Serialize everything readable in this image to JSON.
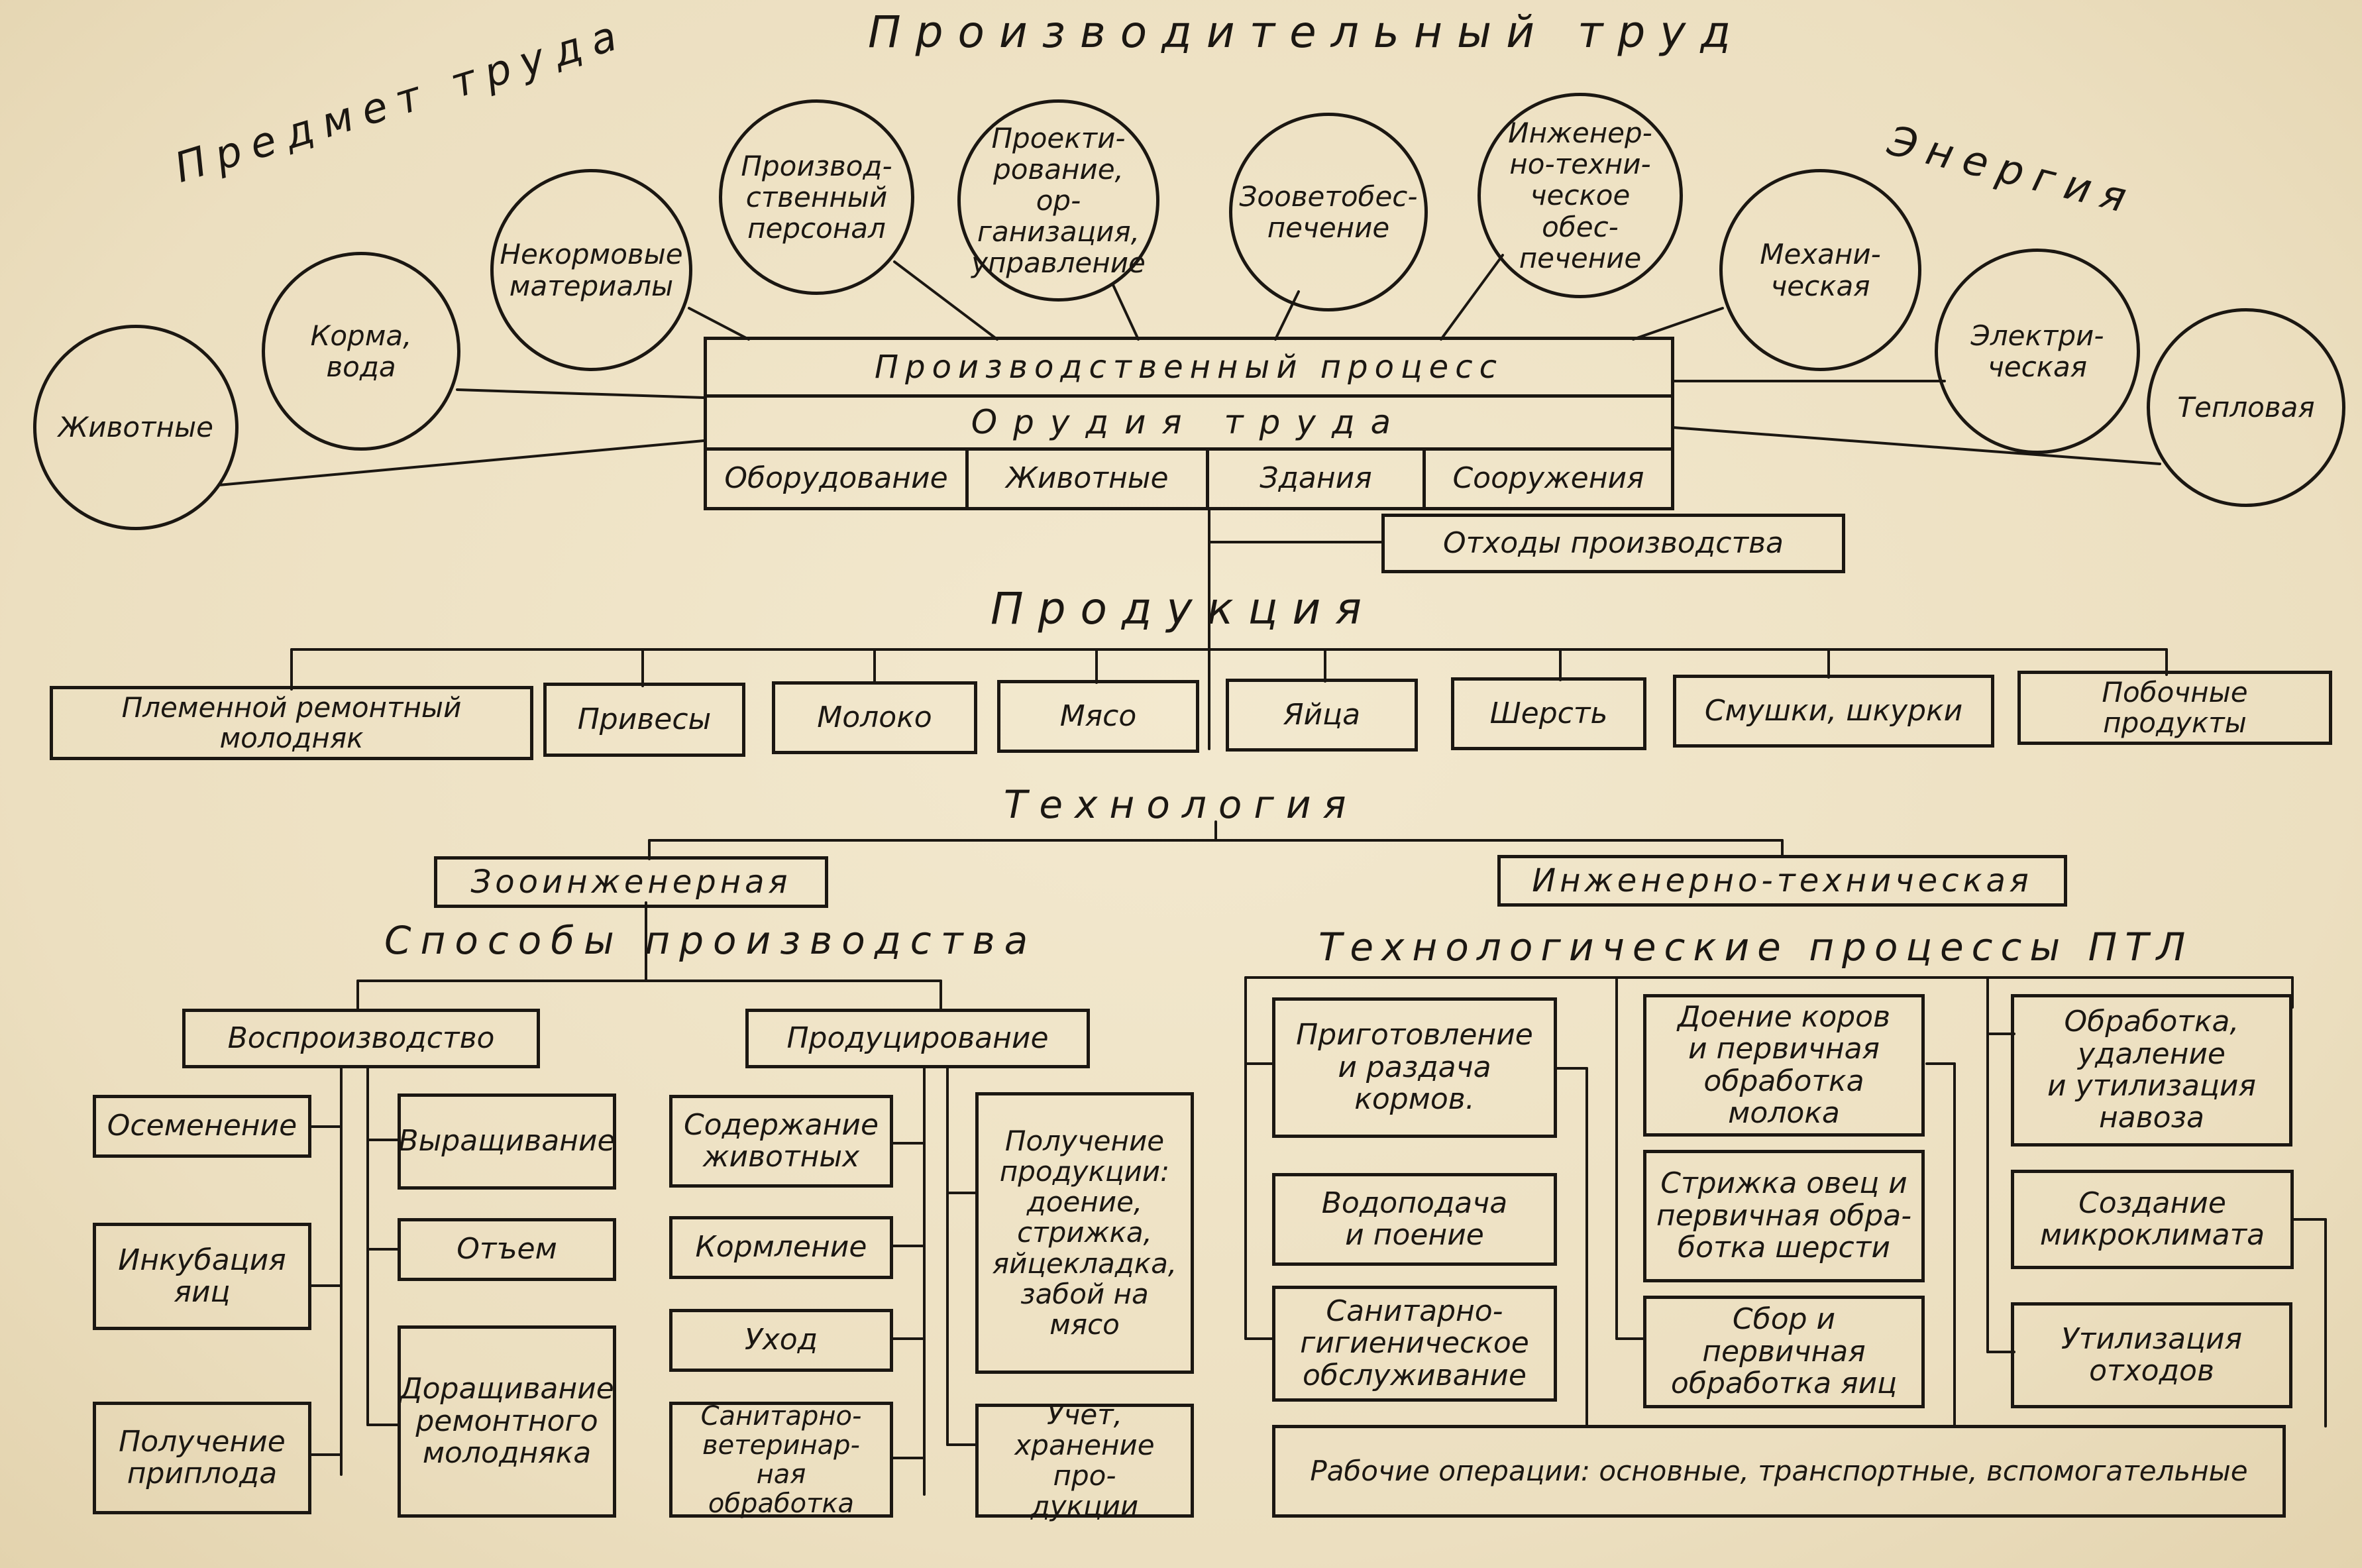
{
  "headings": {
    "productive_labor": "Производительный труд",
    "object_of_labor": "Предмет труда",
    "energy": "Энергия",
    "production": "Продукция",
    "technology": "Технология",
    "production_methods": "Способы производства",
    "ptl_processes": "Технологические процессы ПТЛ"
  },
  "circles": {
    "animals": "Животные",
    "feed_water": "Корма,\nвода",
    "nonfeed_materials": "Некормовые\nматериалы",
    "production_staff": "Производ-\nственный\nперсонал",
    "design_management": "Проекти-\nрование, ор-\nганизация,\nуправление",
    "vet_support": "Зооветобес-\nпечение",
    "engineering_support": "Инженер-\nно-техни-\nческое обес-\nпечение",
    "mechanical": "Механи-\nческая",
    "electric": "Электри-\nческая",
    "thermal": "Тепловая"
  },
  "core": {
    "process": "Производственный процесс",
    "tools": "Орудия труда",
    "equipment": "Оборудование",
    "animals": "Животные",
    "buildings": "Здания",
    "structures": "Сооружения",
    "waste": "Отходы производства"
  },
  "products": [
    "Племенной ремонтный\nмолодняк",
    "Привесы",
    "Молоко",
    "Мясо",
    "Яйца",
    "Шерсть",
    "Смушки, шкурки",
    "Побочные\nпродукты"
  ],
  "technology": {
    "zooengineering": "Зооинженерная",
    "engineering": "Инженерно-техническая"
  },
  "methods": {
    "reproduction": "Воспроизводство",
    "producing": "Продуцирование",
    "insemination": "Осеменение",
    "incubation": "Инкубация\nяиц",
    "offspring": "Получение\nприплода",
    "rearing": "Выращивание",
    "weaning": "Отъем",
    "replacement": "Доращивание\nремонтного\nмолодняка",
    "keeping": "Содержание\nживотных",
    "feeding": "Кормление",
    "care": "Уход",
    "sanitary_vet": "Санитарно-\nветеринар-\nная\nобработка",
    "obtaining": "Получение\nпродукции:\nдоение,\nстрижка,\nяйцекладка,\nзабой на\nмясо",
    "storage": "Учет,\nхранение про-\nдукции"
  },
  "ptl": {
    "feed_prep": "Приготовление\nи раздача\nкормов.",
    "water": "Водоподача\nи поение",
    "sanitary": "Санитарно-\nгигиеническое\nобслуживание",
    "milking": "Доение коров\nи первичная\nобработка\nмолока",
    "shearing": "Стрижка овец и\nпервичная обра-\nботка шерсти",
    "eggs": "Сбор и\nпервичная\nобработка яиц",
    "manure": "Обработка,\nудаление\nи утилизация\nнавоза",
    "microclimate": "Создание\nмикроклимата",
    "waste_util": "Утилизация\nотходов",
    "operations": "Рабочие операции: основные, транспортные, вспомогательные"
  }
}
